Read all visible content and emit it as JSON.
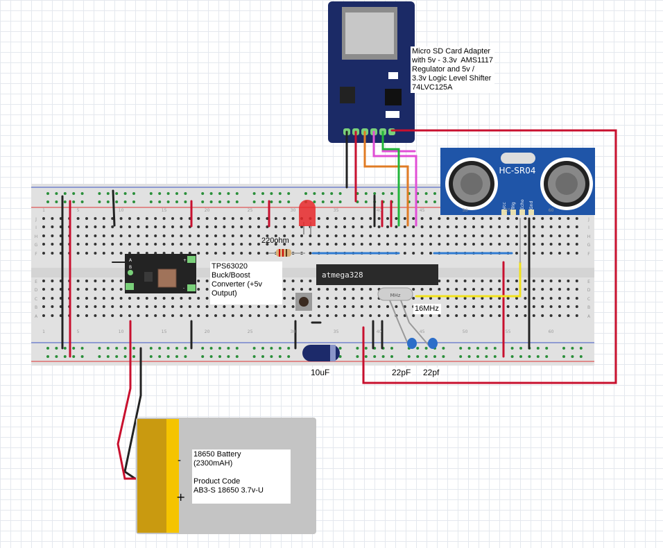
{
  "components": {
    "sd_adapter": {
      "label": "Micro SD Card Adapter\nwith 5v - 3.3v  AMS1117\nRegulator and 5v /\n3.3v Logic Level Shifter\n74LVC125A"
    },
    "ultrasonic": {
      "title": "HC-SR04",
      "pins": [
        "Vcc",
        "Trig",
        "Echo",
        "Gnd"
      ]
    },
    "converter": {
      "label": "TPS63020\nBuck/Boost\nConverter (+5v\nOutput)",
      "marks": [
        "A",
        "B",
        "+",
        "-"
      ]
    },
    "mcu": {
      "label": "atmega328"
    },
    "crystal": {
      "label": "16MHz",
      "mark": "MHz"
    },
    "resistor": {
      "label": "220ohm"
    },
    "capacitor": {
      "label": "10uF"
    },
    "caps_22p": {
      "label_1": "22pF",
      "label_2": "22pf"
    },
    "battery": {
      "label": "18650 Battery\n(2300mAH)\n\nProduct Code\nAB3-S 18650 3.7v-U",
      "minus": "-",
      "plus": "+"
    }
  },
  "breadboard": {
    "row_letters": [
      "J",
      "I",
      "H",
      "G",
      "F",
      "E",
      "D",
      "C",
      "B",
      "A"
    ],
    "column_numbers": [
      "1",
      "5",
      "10",
      "15",
      "20",
      "25",
      "30",
      "35",
      "40",
      "45",
      "50",
      "55",
      "60"
    ]
  },
  "colors": {
    "board": "#e1e1e1",
    "wire_red": "#c8102e",
    "wire_black": "#222222",
    "wire_green": "#22b53a",
    "wire_orange": "#e07b24",
    "wire_pink": "#e14fd6",
    "wire_blue": "#2f7bd1",
    "wire_yellow": "#f2e21a",
    "sd_board": "#1b2a66",
    "sr04_board": "#1f55a8"
  }
}
